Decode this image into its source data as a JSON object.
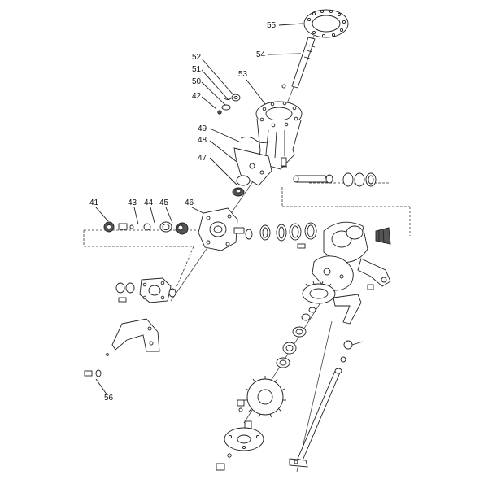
{
  "diagram": {
    "callouts": [
      {
        "id": "c55",
        "text": "55"
      },
      {
        "id": "c54",
        "text": "54"
      },
      {
        "id": "c52",
        "text": "52"
      },
      {
        "id": "c51",
        "text": "51"
      },
      {
        "id": "c50",
        "text": "50"
      },
      {
        "id": "c53",
        "text": "53"
      },
      {
        "id": "c42",
        "text": "42"
      },
      {
        "id": "c49",
        "text": "49"
      },
      {
        "id": "c48",
        "text": "48"
      },
      {
        "id": "c47",
        "text": "47"
      },
      {
        "id": "c41",
        "text": "41"
      },
      {
        "id": "c43",
        "text": "43"
      },
      {
        "id": "c44",
        "text": "44"
      },
      {
        "id": "c45",
        "text": "45"
      },
      {
        "id": "c46",
        "text": "46"
      },
      {
        "id": "c56",
        "text": "56"
      }
    ]
  }
}
